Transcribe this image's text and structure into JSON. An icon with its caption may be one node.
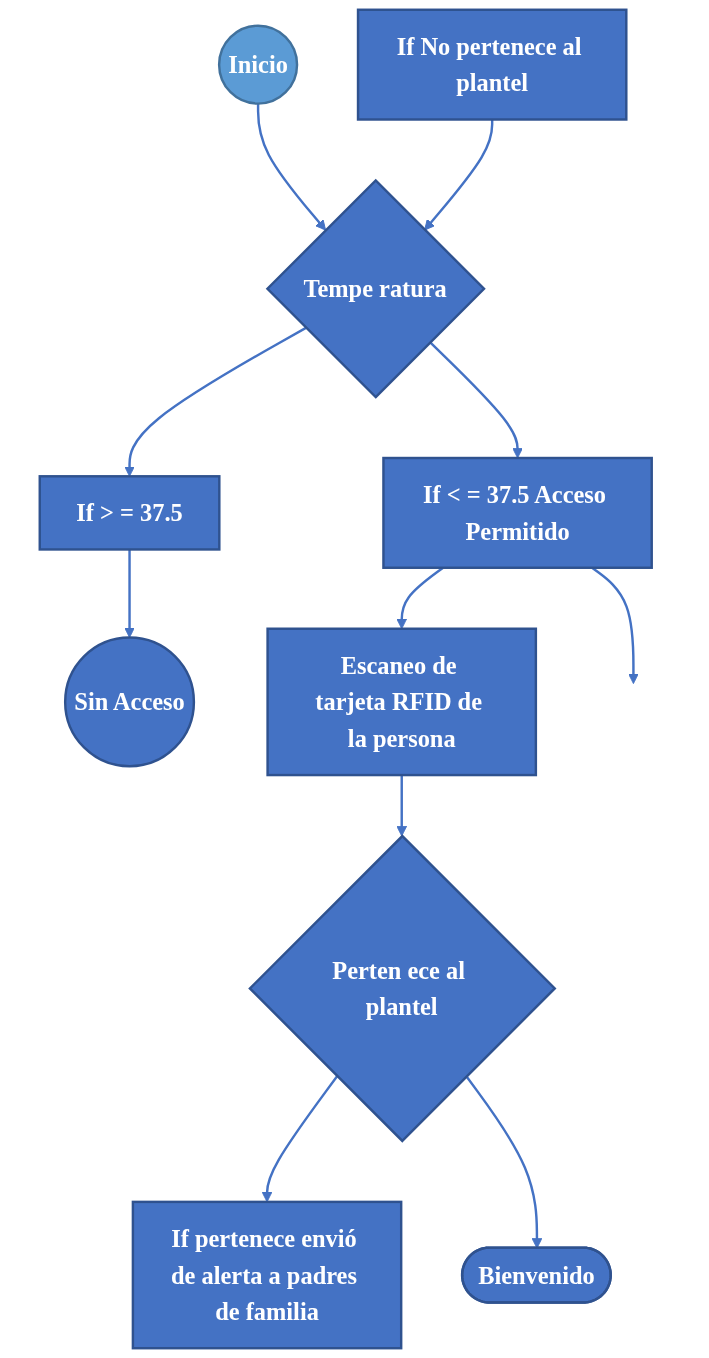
{
  "diagram": {
    "nodes": [
      {
        "text": [
          "Inicio"
        ]
      },
      {
        "text": [
          "Tempe ratura"
        ]
      },
      {
        "text": [
          "If > = 37.5"
        ]
      },
      {
        "text": [
          "Sin Acceso"
        ]
      },
      {
        "text": [
          "If < = 37.5 Acceso Permitido"
        ]
      },
      {
        "text": [
          "Escaneo de tarjeta RFID de la persona"
        ]
      },
      {
        "text": [
          "Perten ece al plantel"
        ]
      },
      {
        "text": [
          "If pertenece envió de alerta a padres de familia"
        ]
      },
      {
        "text": [
          "If No pertenece al plantel"
        ]
      },
      {
        "text": [
          "Bienvenido"
        ]
      }
    ],
    "edges": [
      {
        "from": 0,
        "to": 1,
        "arrow": "to"
      },
      {
        "from": 1,
        "to": 2,
        "arrow": "to"
      },
      {
        "from": 2,
        "to": 3,
        "arrow": "to"
      },
      {
        "from": 1,
        "to": 4,
        "arrow": "to"
      },
      {
        "from": 4,
        "to": null,
        "arrow": "to"
      },
      {
        "from": 4,
        "to": 5,
        "arrow": "to"
      },
      {
        "from": 5,
        "to": 6,
        "arrow": "to"
      },
      {
        "from": 6,
        "to": 7,
        "arrow": "to"
      },
      {
        "from": 6,
        "to": 9,
        "arrow": "to"
      },
      {
        "from": 8,
        "to": 1,
        "arrow": "to"
      }
    ]
  }
}
